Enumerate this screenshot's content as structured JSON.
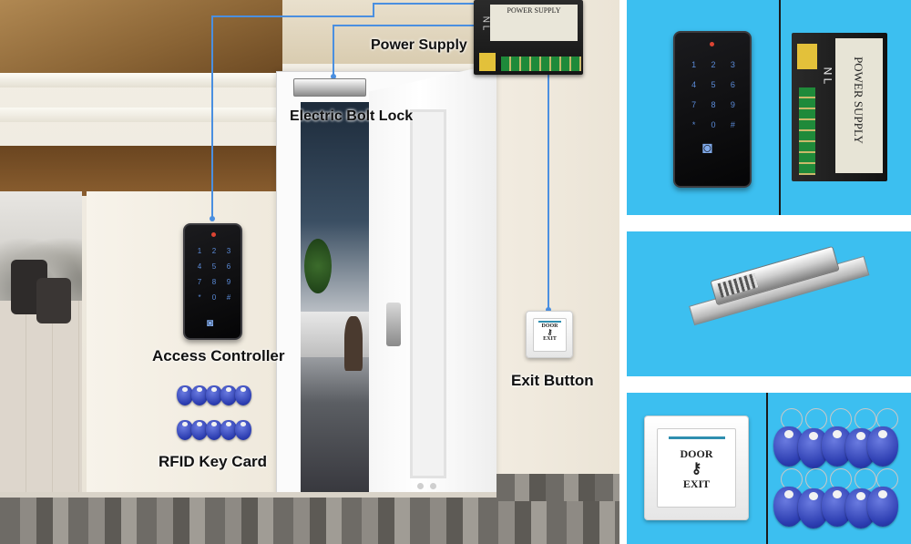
{
  "scene": {
    "power_supply_label": "Power Supply",
    "bolt_lock_label": "Electric Bolt Lock",
    "access_controller_label": "Access Controller",
    "rfid_label": "RFID Key Card",
    "exit_button_label": "Exit Button",
    "psu_title": "POWER SUPPLY",
    "psu_nl": "N L"
  },
  "keypad": {
    "keys": [
      "1",
      "2",
      "3",
      "4",
      "5",
      "6",
      "7",
      "8",
      "9",
      "*",
      "0",
      "#"
    ]
  },
  "exit_button": {
    "line1": "DOOR",
    "line2": "EXIT"
  },
  "panels": {
    "psu_title": "POWER SUPPLY",
    "psu_nl": "N L"
  },
  "colors": {
    "panel_blue": "#3cbff0",
    "wire_blue": "#4a8fe0",
    "fob_blue": "#2b3cb0"
  }
}
